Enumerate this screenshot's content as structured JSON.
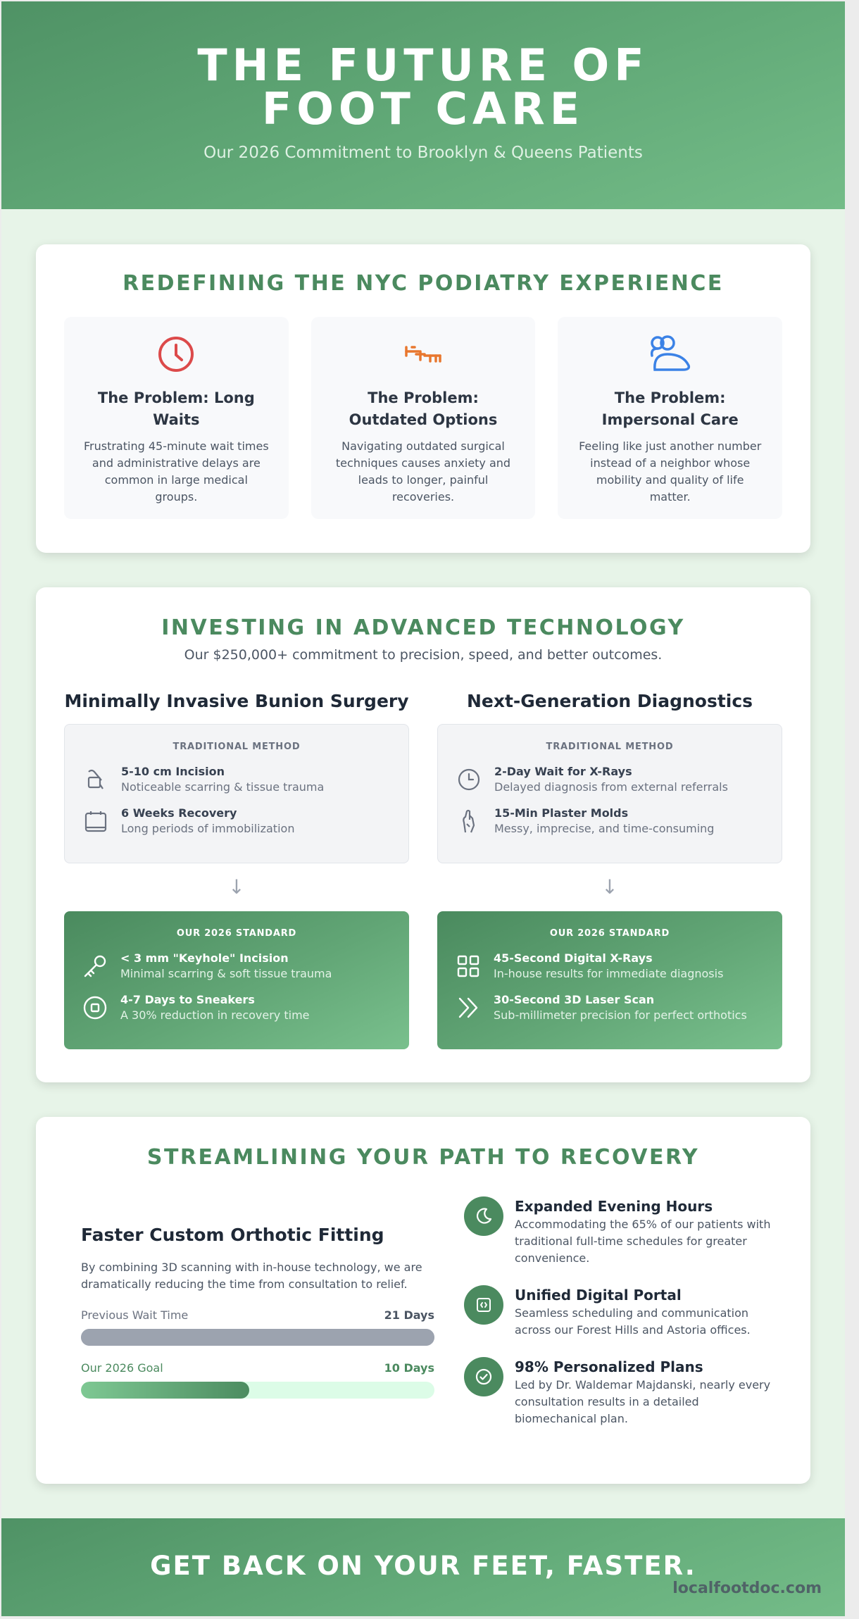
{
  "hero": {
    "title": "THE FUTURE OF FOOT CARE",
    "subtitle": "Our 2026 Commitment to Brooklyn & Queens Patients"
  },
  "problems": {
    "title": "REDEFINING THE NYC PODIATRY EXPERIENCE",
    "items": [
      {
        "icon": "clock-icon",
        "color": "#dc4a4a",
        "title": "The Problem: Long Waits",
        "text": "Frustrating 45-minute wait times and administrative delays are common in large medical groups."
      },
      {
        "icon": "tools-icon",
        "color": "#e8772e",
        "title": "The Problem: Outdated Options",
        "text": "Navigating outdated surgical techniques causes anxiety and leads to longer, painful recoveries."
      },
      {
        "icon": "users-icon",
        "color": "#3b82e6",
        "title": "The Problem: Impersonal Care",
        "text": "Feeling like just another number instead of a neighbor whose mobility and quality of life matter."
      }
    ]
  },
  "tech": {
    "title": "INVESTING IN ADVANCED TECHNOLOGY",
    "subtitle": "Our $250,000+ commitment to precision, speed, and better outcomes.",
    "columns": [
      {
        "heading": "Minimally Invasive Bunion Surgery",
        "old_label": "TRADITIONAL METHOD",
        "old_items": [
          {
            "icon": "scalpel-icon",
            "title": "5-10 cm Incision",
            "text": "Noticeable scarring & tissue trauma"
          },
          {
            "icon": "calendar-icon",
            "title": "6 Weeks Recovery",
            "text": "Long periods of immobilization"
          }
        ],
        "arrow": "↓",
        "new_label": "OUR 2026 STANDARD",
        "new_items": [
          {
            "icon": "key-icon",
            "title": "< 3 mm \"Keyhole\" Incision",
            "text": "Minimal scarring & soft tissue trauma"
          },
          {
            "icon": "target-icon",
            "title": "4-7 Days to Sneakers",
            "text": "A 30% reduction in recovery time"
          }
        ]
      },
      {
        "heading": "Next-Generation Diagnostics",
        "old_label": "TRADITIONAL METHOD",
        "old_items": [
          {
            "icon": "clock-icon",
            "title": "2-Day Wait for X-Rays",
            "text": "Delayed diagnosis from external referrals"
          },
          {
            "icon": "hand-icon",
            "title": "15-Min Plaster Molds",
            "text": "Messy, imprecise, and time-consuming"
          }
        ],
        "arrow": "↓",
        "new_label": "OUR 2026 STANDARD",
        "new_items": [
          {
            "icon": "grid-icon",
            "title": "45-Second Digital X-Rays",
            "text": "In-house results for immediate diagnosis"
          },
          {
            "icon": "fast-forward-icon",
            "title": "30-Second 3D Laser Scan",
            "text": "Sub-millimeter precision for perfect orthotics"
          }
        ]
      }
    ]
  },
  "path": {
    "title": "STREAMLINING YOUR PATH TO RECOVERY",
    "left": {
      "heading": "Faster Custom Orthotic Fitting",
      "text": "By combining 3D scanning with in-house technology, we are dramatically reducing the time from consultation to relief.",
      "previous": {
        "label": "Previous Wait Time",
        "value": "21 Days",
        "fill_fraction": 1.0
      },
      "goal": {
        "label": "Our 2026 Goal",
        "value": "10 Days",
        "fill_fraction": 0.476
      }
    },
    "features": [
      {
        "icon": "moon-icon",
        "title": "Expanded Evening Hours",
        "text": "Accommodating the 65% of our patients with traditional full-time schedules for greater convenience."
      },
      {
        "icon": "portal-icon",
        "title": "Unified Digital Portal",
        "text": "Seamless scheduling and communication across our Forest Hills and Astoria offices."
      },
      {
        "icon": "check-circle-icon",
        "title": "98% Personalized Plans",
        "text": "Led by Dr. Waldemar Majdanski, nearly every consultation results in a detailed biomechanical plan."
      }
    ]
  },
  "footer": {
    "cta": "GET BACK ON YOUR FEET, FASTER.",
    "watermark": "localfootdoc.com"
  },
  "colors": {
    "brand_green": "#4b8a5f",
    "page_bg": "#e7f4e8"
  }
}
